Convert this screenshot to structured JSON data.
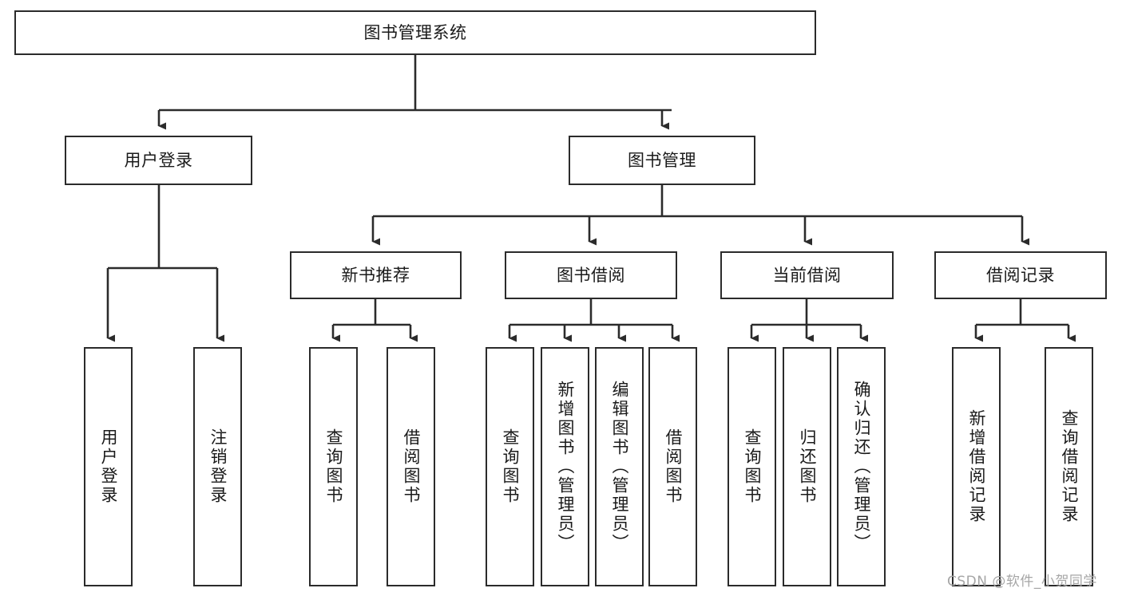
{
  "diagram": {
    "type": "tree-hierarchy",
    "title": "图书管理系统",
    "watermark": "CSDN @软件_小贺同学",
    "colors": {
      "border": "#2b2b2b",
      "background": "#ffffff",
      "text": "#1a1a1a",
      "connector": "#2b2b2b",
      "watermark": "#a6a6a6"
    },
    "root": {
      "label": "图书管理系统"
    },
    "level2": [
      {
        "label": "用户登录"
      },
      {
        "label": "图书管理"
      }
    ],
    "level3": [
      {
        "label": "新书推荐"
      },
      {
        "label": "图书借阅"
      },
      {
        "label": "当前借阅"
      },
      {
        "label": "借阅记录"
      }
    ],
    "leaves": {
      "user_login": [
        {
          "label": "用户登录"
        },
        {
          "label": "注销登录"
        }
      ],
      "new_book_recommend": [
        {
          "label": "查询图书"
        },
        {
          "label": "借阅图书"
        }
      ],
      "book_borrow": [
        {
          "label": "查询图书"
        },
        {
          "label": "新增图书（管理员）"
        },
        {
          "label": "编辑图书（管理员）"
        },
        {
          "label": "借阅图书"
        }
      ],
      "current_borrow": [
        {
          "label": "查询图书"
        },
        {
          "label": "归还图书"
        },
        {
          "label": "确认归还（管理员）"
        }
      ],
      "borrow_record": [
        {
          "label": "新增借阅记录"
        },
        {
          "label": "查询借阅记录"
        }
      ]
    }
  }
}
